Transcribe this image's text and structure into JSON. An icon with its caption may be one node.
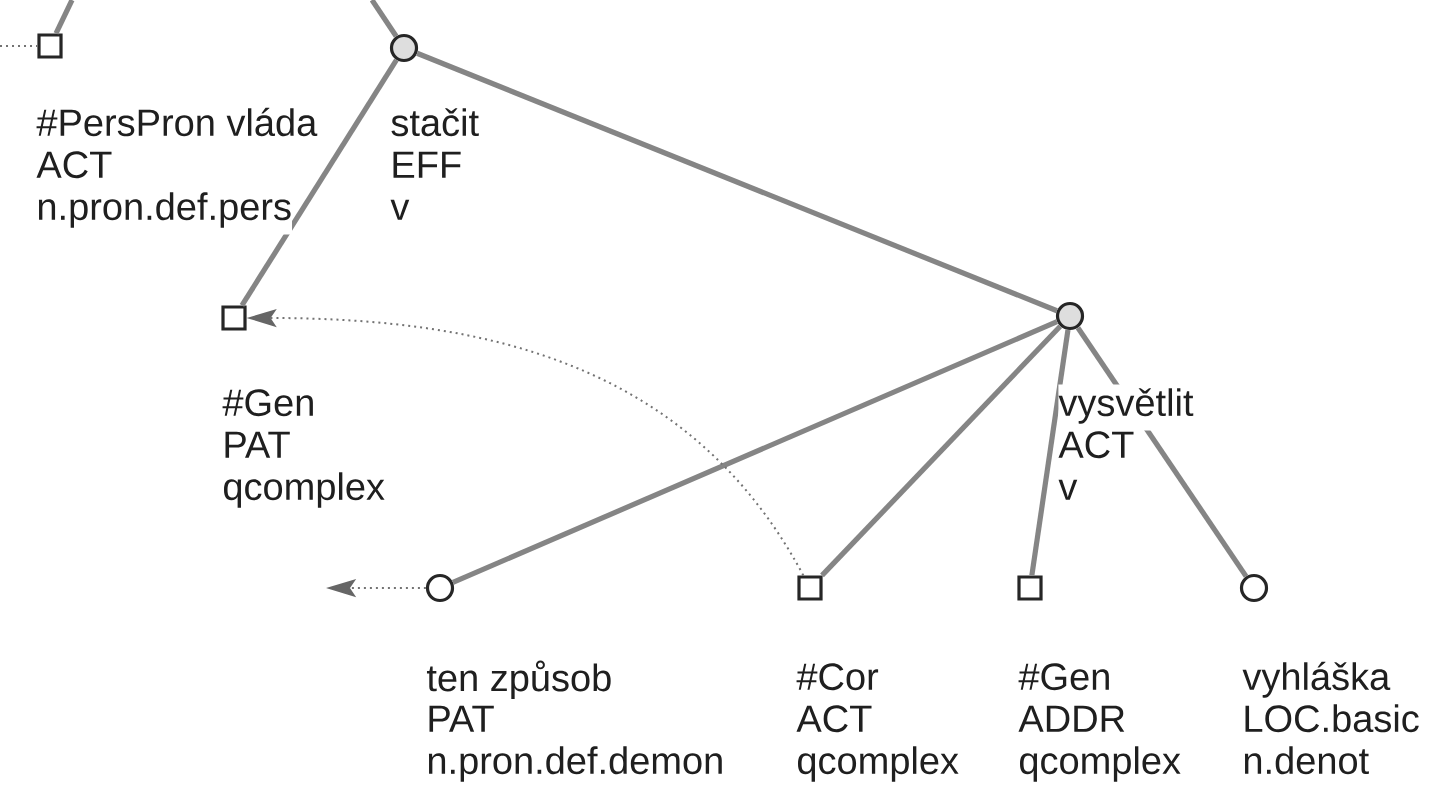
{
  "diagram": {
    "nodes": [
      {
        "text": [],
        "shape": "box",
        "beside": [
          "#PersPron vláda",
          "ACT",
          "n.pron.def.pers"
        ]
      },
      {
        "text": [],
        "shape": "circle",
        "beside": [
          "stačit",
          "EFF",
          "v"
        ]
      },
      {
        "text": [],
        "shape": "box",
        "beside": [
          "#Gen",
          "PAT",
          "qcomplex"
        ]
      },
      {
        "text": [],
        "shape": "circle",
        "beside": [
          "vysvětlit",
          "ACT",
          "v"
        ]
      },
      {
        "text": [],
        "shape": "circle",
        "beside": [
          "ten způsob",
          "PAT",
          "n.pron.def.demon"
        ]
      },
      {
        "text": [],
        "shape": "box",
        "beside": [
          "#Cor",
          "ACT",
          "qcomplex"
        ]
      },
      {
        "text": [],
        "shape": "box",
        "beside": [
          "#Gen",
          "ADDR",
          "qcomplex"
        ]
      },
      {
        "text": [],
        "shape": "circle",
        "beside": [
          "vyhláška",
          "LOC.basic",
          "n.denot"
        ]
      }
    ],
    "edges": [
      {
        "from": null,
        "to": 0,
        "arrow": "none"
      },
      {
        "from": null,
        "to": 0,
        "arrow": "none",
        "style": "dashed"
      },
      {
        "from": null,
        "to": 1,
        "arrow": "none"
      },
      {
        "from": 1,
        "to": 2,
        "arrow": "none"
      },
      {
        "from": 1,
        "to": 3,
        "arrow": "none"
      },
      {
        "from": 3,
        "to": 4,
        "arrow": "none"
      },
      {
        "from": 3,
        "to": 5,
        "arrow": "none"
      },
      {
        "from": 3,
        "to": 6,
        "arrow": "none"
      },
      {
        "from": 3,
        "to": 7,
        "arrow": "none"
      },
      {
        "from": 5,
        "to": 2,
        "arrow": "to",
        "style": "dashed"
      },
      {
        "from": 4,
        "to": null,
        "arrow": "to",
        "style": "dashed"
      }
    ]
  }
}
